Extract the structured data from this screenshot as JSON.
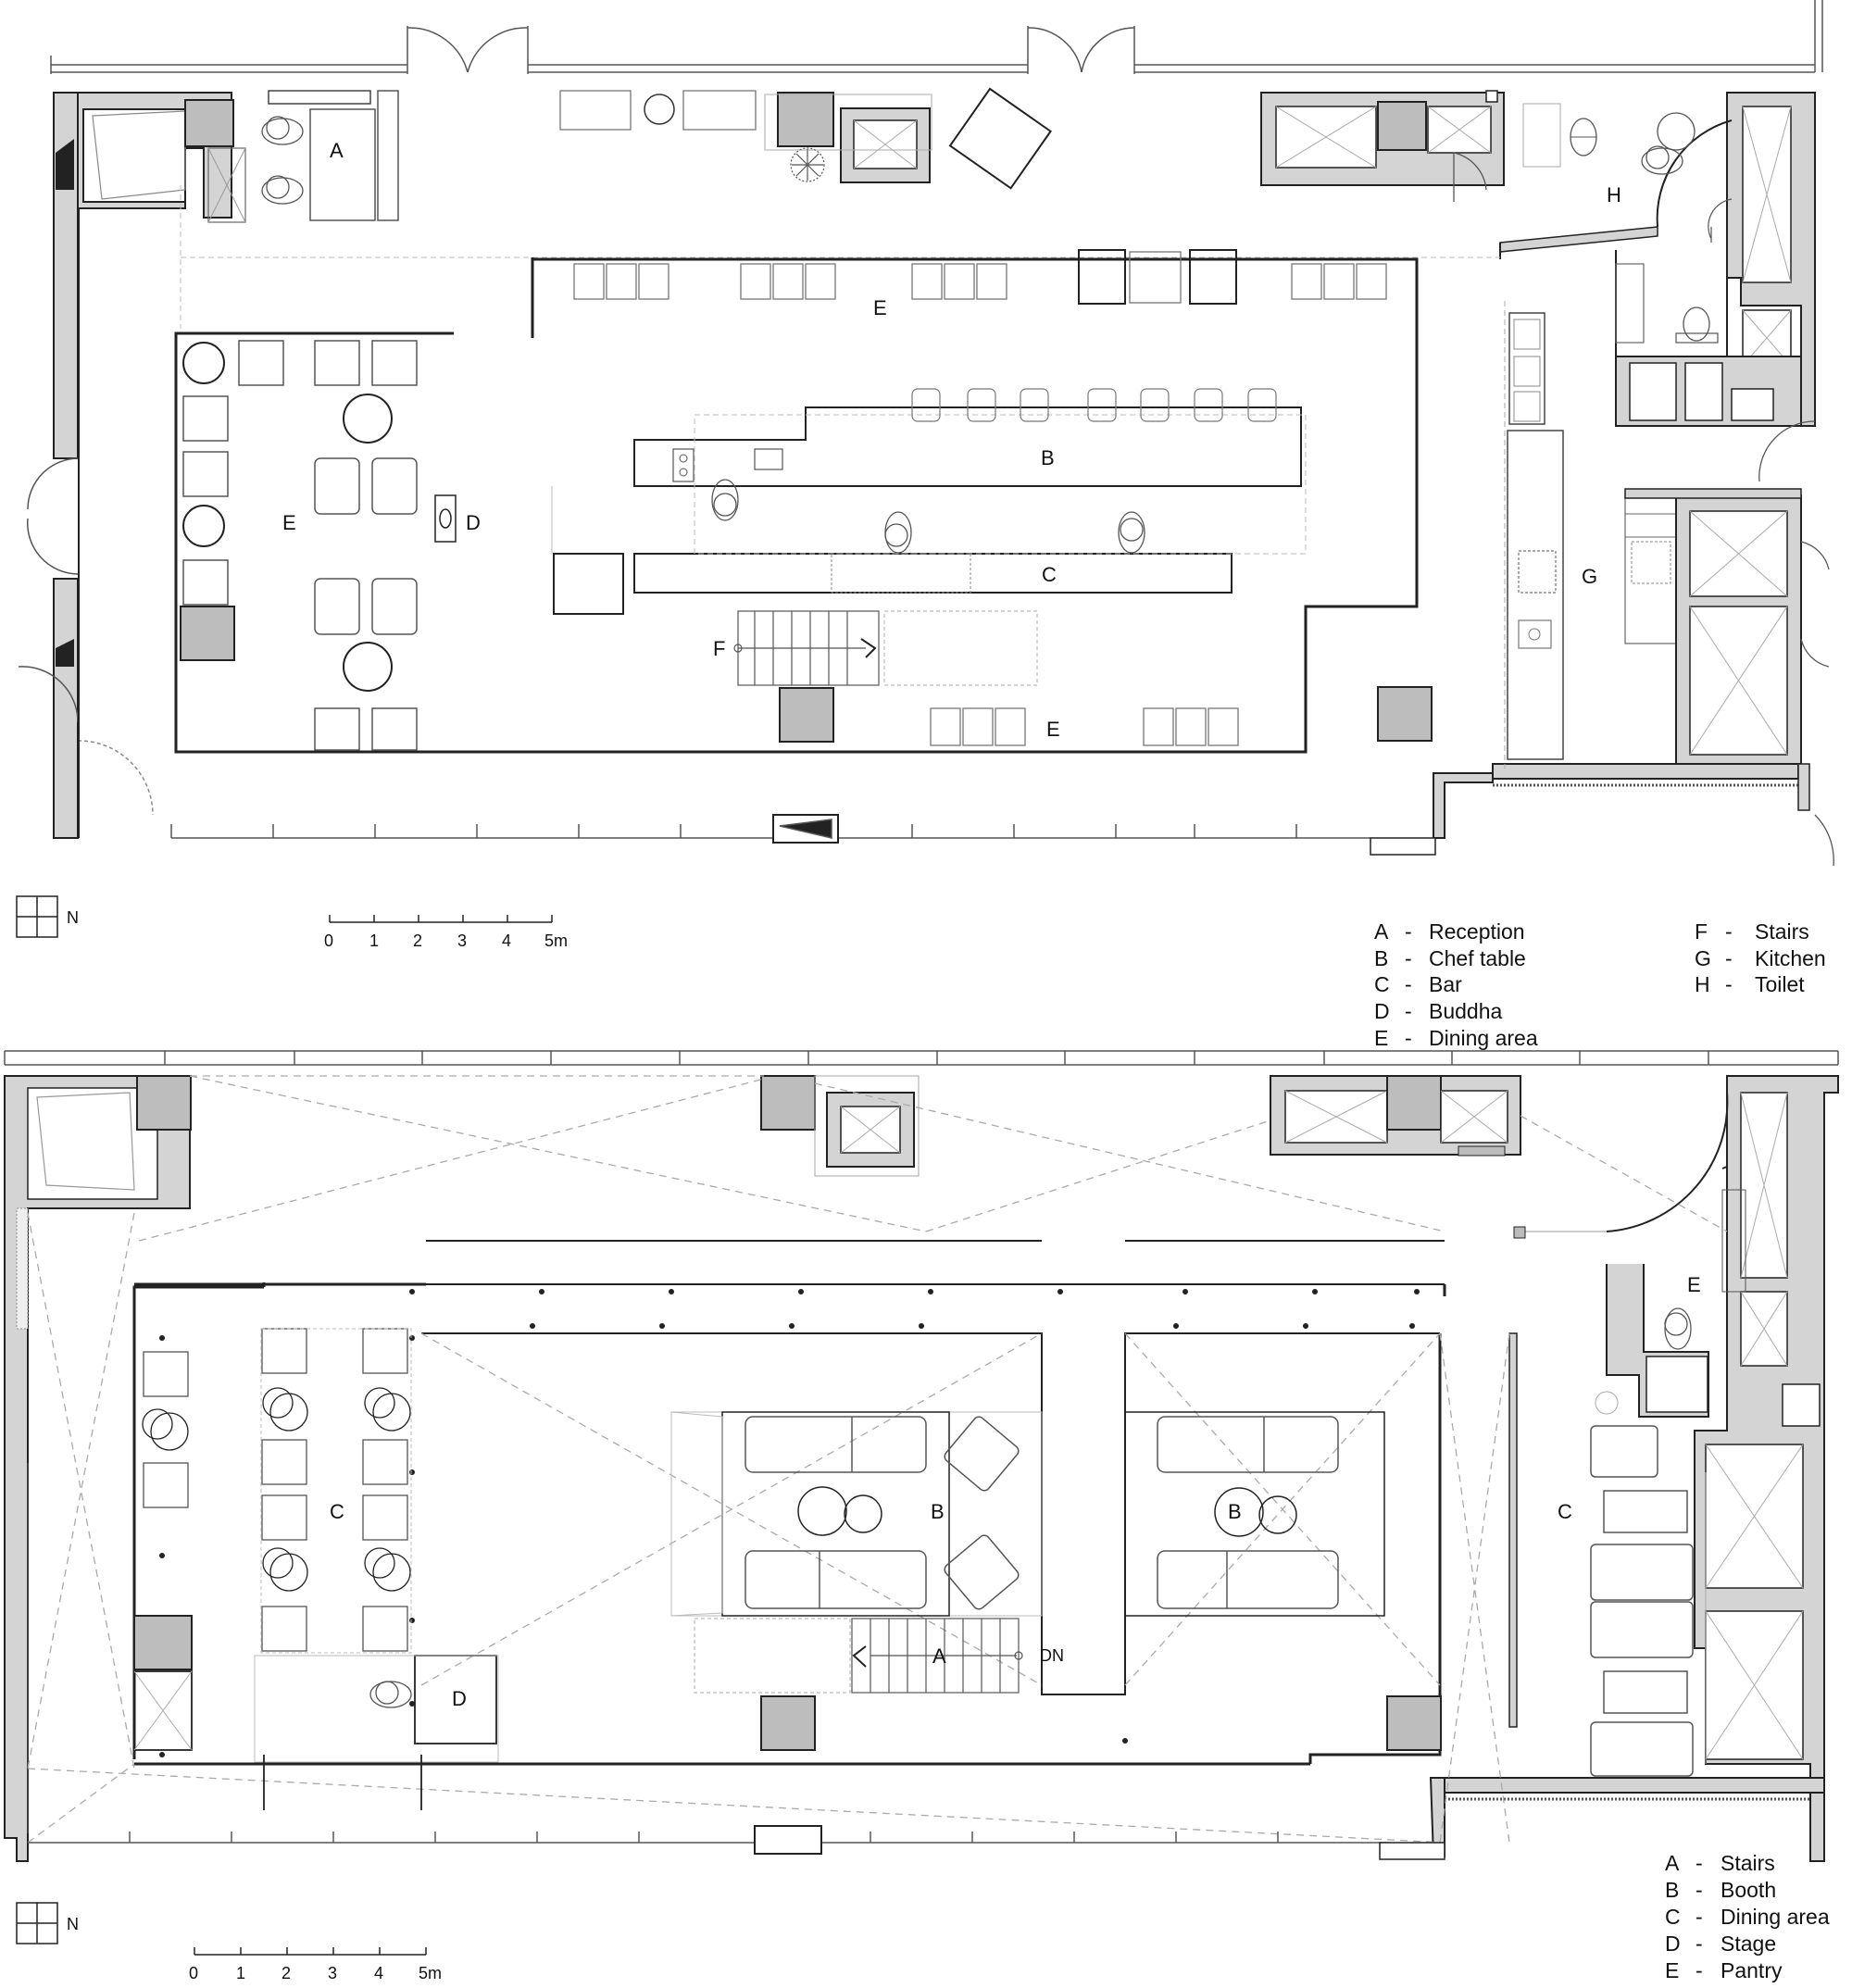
{
  "ground_floor": {
    "rooms": [
      {
        "id": "A",
        "text": "A"
      },
      {
        "id": "E-top",
        "text": "E"
      },
      {
        "id": "H",
        "text": "H"
      },
      {
        "id": "B",
        "text": "B"
      },
      {
        "id": "E-left",
        "text": "E"
      },
      {
        "id": "D",
        "text": "D"
      },
      {
        "id": "C",
        "text": "C"
      },
      {
        "id": "G",
        "text": "G"
      },
      {
        "id": "F",
        "text": "F"
      },
      {
        "id": "E-bottom",
        "text": "E"
      }
    ],
    "north": "N",
    "scale_ticks": [
      "0",
      "1",
      "2",
      "3",
      "4",
      "5m"
    ],
    "legend": [
      {
        "letter": "A",
        "sep": "-",
        "name": "Reception"
      },
      {
        "letter": "B",
        "sep": "-",
        "name": "Chef table"
      },
      {
        "letter": "C",
        "sep": "-",
        "name": "Bar"
      },
      {
        "letter": "D",
        "sep": "-",
        "name": "Buddha"
      },
      {
        "letter": "E",
        "sep": "-",
        "name": "Dining area"
      },
      {
        "letter": "F",
        "sep": "-",
        "name": "Stairs"
      },
      {
        "letter": "G",
        "sep": "-",
        "name": "Kitchen"
      },
      {
        "letter": "H",
        "sep": "-",
        "name": "Toilet"
      }
    ]
  },
  "upper_floor": {
    "rooms": [
      {
        "id": "E",
        "text": "E"
      },
      {
        "id": "C-left",
        "text": "C"
      },
      {
        "id": "B-mid",
        "text": "B"
      },
      {
        "id": "B-right",
        "text": "B"
      },
      {
        "id": "C-right",
        "text": "C"
      },
      {
        "id": "A",
        "text": "A"
      },
      {
        "id": "DN",
        "text": "DN"
      },
      {
        "id": "D",
        "text": "D"
      }
    ],
    "north": "N",
    "scale_ticks": [
      "0",
      "1",
      "2",
      "3",
      "4",
      "5m"
    ],
    "legend": [
      {
        "letter": "A",
        "sep": "-",
        "name": "Stairs"
      },
      {
        "letter": "B",
        "sep": "-",
        "name": "Booth"
      },
      {
        "letter": "C",
        "sep": "-",
        "name": "Dining area"
      },
      {
        "letter": "D",
        "sep": "-",
        "name": "Stage"
      },
      {
        "letter": "E",
        "sep": "-",
        "name": "Pantry"
      }
    ]
  },
  "colors": {
    "wall_fill": "#d4d4d4",
    "wall_stroke": "#222222",
    "column_fill": "#bdbdbd",
    "dashed": "#aaaaaa",
    "furniture": "#777777"
  }
}
